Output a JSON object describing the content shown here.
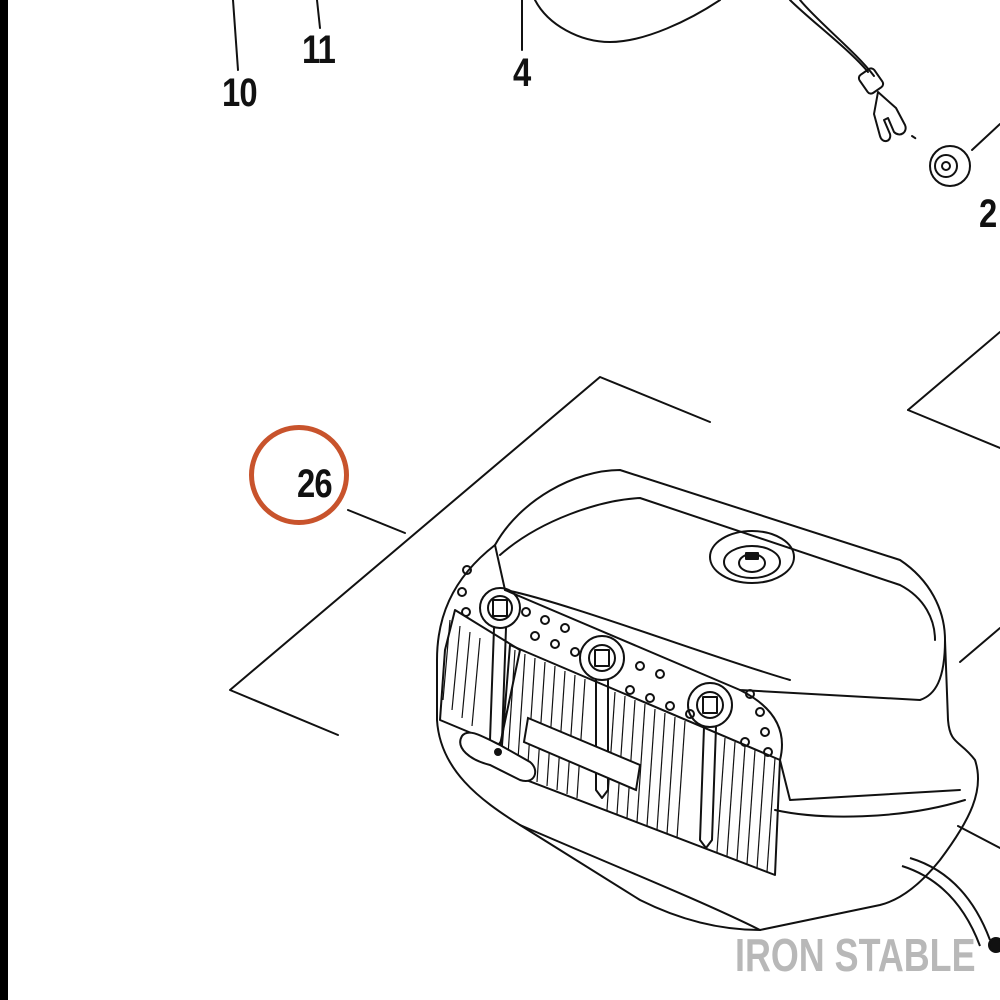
{
  "callouts": {
    "c10": "10",
    "c11": "11",
    "c4": "4",
    "c2": "2",
    "c26": "26"
  },
  "watermark": "IRON STABLE",
  "colors": {
    "highlight": "#c8532c",
    "ink": "#111111",
    "watermark": "#b8b8b8"
  }
}
